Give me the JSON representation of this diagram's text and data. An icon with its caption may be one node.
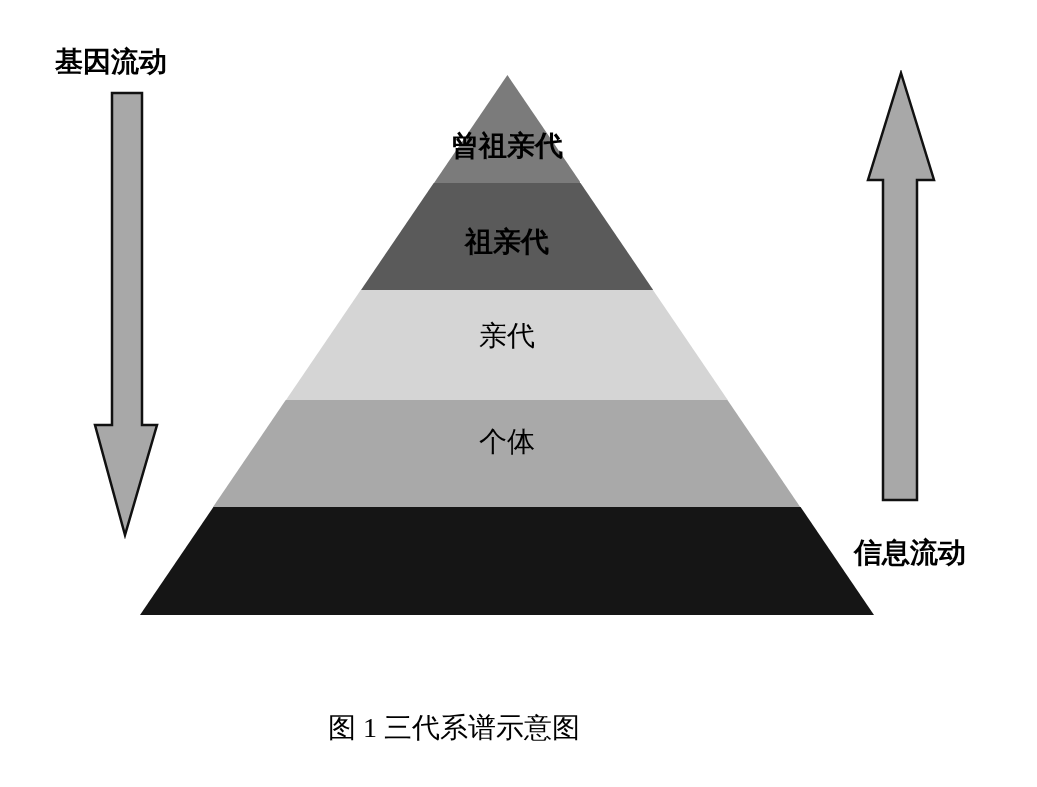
{
  "diagram": {
    "caption": "图 1 三代系谱示意图",
    "nodes": [
      {
        "text": [
          "曾祖亲代"
        ]
      },
      {
        "text": [
          "祖亲代"
        ]
      },
      {
        "text": [
          "亲代"
        ]
      },
      {
        "text": [
          "个体"
        ]
      },
      {
        "text": [],
        "shape": "band"
      }
    ],
    "labels": [
      "基因流动",
      "信息流动"
    ]
  }
}
